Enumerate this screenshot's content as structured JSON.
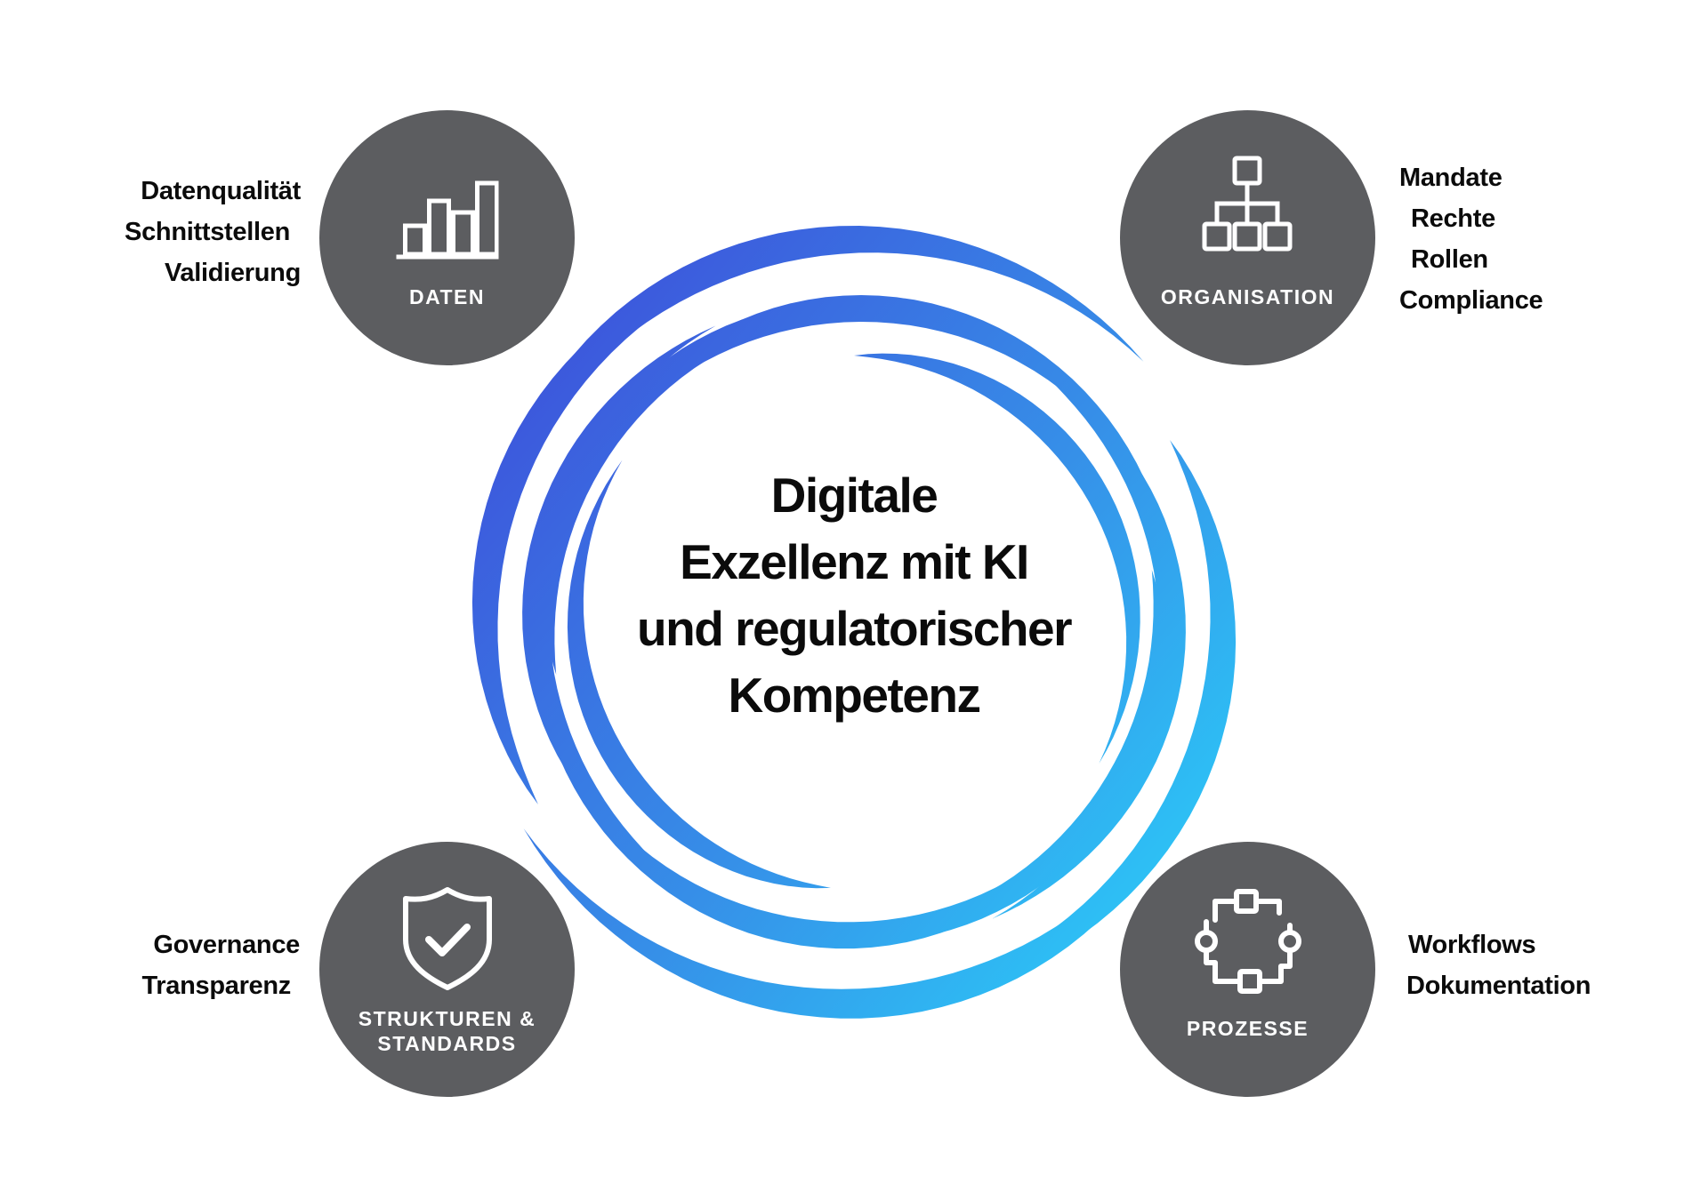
{
  "title_lines": [
    "Digitale",
    "Exzellenz mit KI",
    "und regulatorischer",
    "Kompetenz"
  ],
  "colors": {
    "node": "#5c5d60",
    "gradient_start": "#3f45d8",
    "gradient_end": "#29d8fb"
  },
  "nodes": [
    {
      "id": "daten",
      "label_lines": [
        "DATEN"
      ],
      "icon": "bar-chart-icon",
      "items": [
        "Datenqualität",
        "Schnittstellen",
        "Validierung"
      ]
    },
    {
      "id": "organisation",
      "label_lines": [
        "ORGANISATION"
      ],
      "icon": "org-chart-icon",
      "items": [
        "Mandate",
        "Rechte",
        "Rollen",
        "Compliance"
      ]
    },
    {
      "id": "strukturen",
      "label_lines": [
        "STRUKTUREN &",
        "STANDARDS"
      ],
      "icon": "shield-check-icon",
      "items": [
        "Governance",
        "Transparenz"
      ]
    },
    {
      "id": "prozesse",
      "label_lines": [
        "PROZESSE"
      ],
      "icon": "workflow-icon",
      "items": [
        "Workflows",
        "Dokumentation"
      ]
    }
  ]
}
